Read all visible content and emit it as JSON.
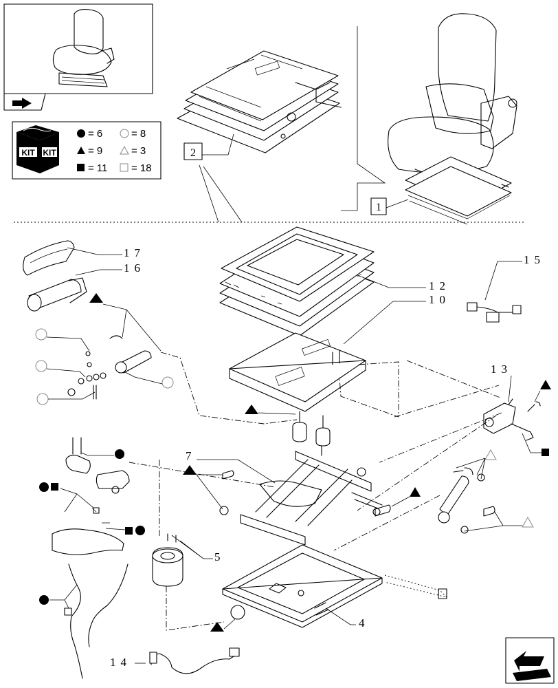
{
  "legend": [
    {
      "symbol": "filled-circle",
      "text": "= 6"
    },
    {
      "symbol": "hollow-circle",
      "text": "= 8"
    },
    {
      "symbol": "filled-triangle",
      "text": "= 9"
    },
    {
      "symbol": "hollow-triangle",
      "text": "= 3"
    },
    {
      "symbol": "filled-square",
      "text": "= 11"
    },
    {
      "symbol": "hollow-square",
      "text": "= 18"
    }
  ],
  "kit_labels": [
    "KIT",
    "KIT"
  ],
  "box_labels": {
    "top_assembly": "2",
    "seat_assembly": "1"
  },
  "callouts": {
    "c17": "17",
    "c16": "16",
    "c15": "15",
    "c12": "12",
    "c10": "10",
    "c13": "13",
    "c7": "7",
    "c5": "5",
    "c4": "4",
    "c14": "14"
  },
  "colors": {
    "ink": "#000000",
    "paper": "#ffffff"
  }
}
